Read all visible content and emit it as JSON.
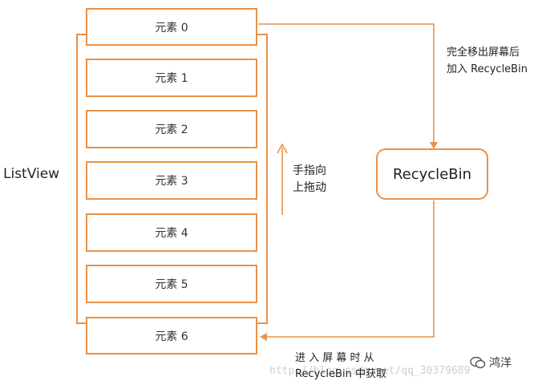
{
  "listview_label": "ListView",
  "items": [
    "元素 0",
    "元素 1",
    "元素 2",
    "元素 3",
    "元素 4",
    "元素 5",
    "元素 6"
  ],
  "finger_label": [
    "手指向",
    "上拖动"
  ],
  "recyclebin_label": "RecycleBin",
  "exit_note": [
    "完全移出屏幕后",
    "加入 RecycleBin"
  ],
  "enter_note": [
    "进 入 屏 幕 时 从",
    "RecycleBin 中获取"
  ],
  "watermark": "http://blog.csdn.net/qq_30379689",
  "wechat_name": "鸿洋",
  "colors": {
    "accent": "#e8924a",
    "text": "#222222"
  }
}
